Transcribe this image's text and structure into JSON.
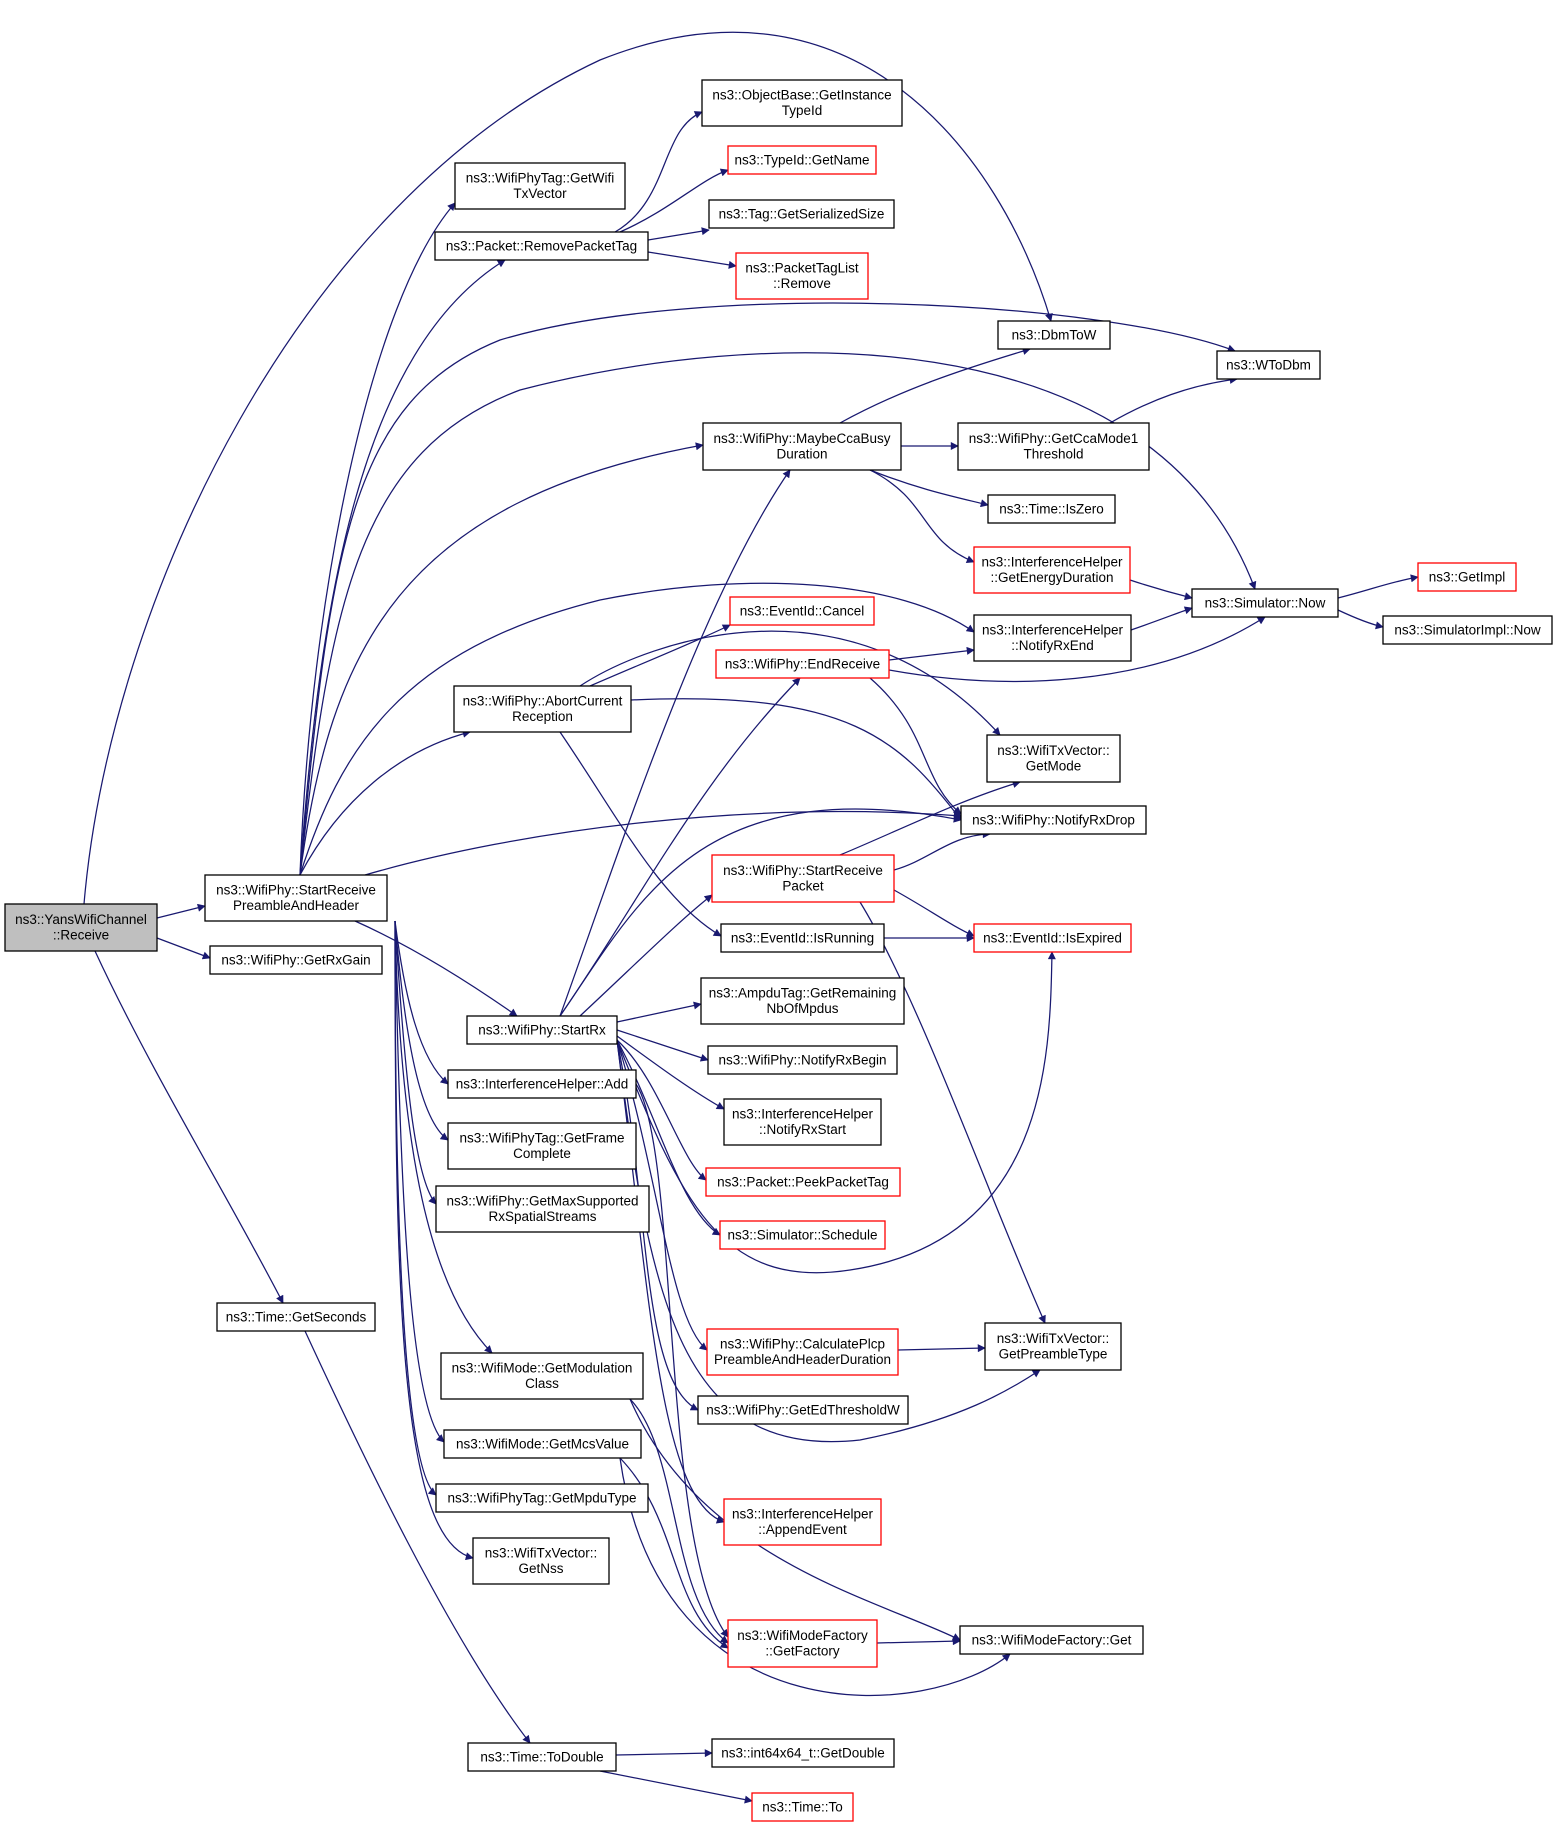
{
  "graph": {
    "edge_color": "#191970",
    "missing_border_color": "#ff0000",
    "root_fill": "#bfbfbf",
    "nodes": [
      {
        "id": "root",
        "lines": [
          "ns3::YansWifiChannel",
          "::Receive"
        ],
        "root": true
      },
      {
        "id": "srph",
        "lines": [
          "ns3::WifiPhy::StartReceive",
          "PreambleAndHeader"
        ]
      },
      {
        "id": "getRxGain",
        "lines": [
          "ns3::WifiPhy::GetRxGain"
        ]
      },
      {
        "id": "getSeconds",
        "lines": [
          "ns3::Time::GetSeconds"
        ]
      },
      {
        "id": "getWifiTxVector",
        "lines": [
          "ns3::WifiPhyTag::GetWifi",
          "TxVector"
        ]
      },
      {
        "id": "removePacketTag",
        "lines": [
          "ns3::Packet::RemovePacketTag"
        ]
      },
      {
        "id": "abortRx",
        "lines": [
          "ns3::WifiPhy::AbortCurrent",
          "Reception"
        ]
      },
      {
        "id": "startRx",
        "lines": [
          "ns3::WifiPhy::StartRx"
        ]
      },
      {
        "id": "ihAdd",
        "lines": [
          "ns3::InterferenceHelper::Add"
        ]
      },
      {
        "id": "getFrameComplete",
        "lines": [
          "ns3::WifiPhyTag::GetFrame",
          "Complete"
        ]
      },
      {
        "id": "getMaxSupported",
        "lines": [
          "ns3::WifiPhy::GetMaxSupported",
          "RxSpatialStreams"
        ]
      },
      {
        "id": "getModClass",
        "lines": [
          "ns3::WifiMode::GetModulation",
          "Class"
        ]
      },
      {
        "id": "getMcsValue",
        "lines": [
          "ns3::WifiMode::GetMcsValue"
        ]
      },
      {
        "id": "getMpduType",
        "lines": [
          "ns3::WifiPhyTag::GetMpduType"
        ]
      },
      {
        "id": "getNss",
        "lines": [
          "ns3::WifiTxVector::",
          "GetNss"
        ]
      },
      {
        "id": "toDouble",
        "lines": [
          "ns3::Time::ToDouble"
        ]
      },
      {
        "id": "getInstanceTypeId",
        "lines": [
          "ns3::ObjectBase::GetInstance",
          "TypeId"
        ]
      },
      {
        "id": "getName",
        "lines": [
          "ns3::TypeId::GetName"
        ],
        "missing": true
      },
      {
        "id": "getSerializedSize",
        "lines": [
          "ns3::Tag::GetSerializedSize"
        ]
      },
      {
        "id": "ptlRemove",
        "lines": [
          "ns3::PacketTagList",
          "::Remove"
        ],
        "missing": true
      },
      {
        "id": "maybeCca",
        "lines": [
          "ns3::WifiPhy::MaybeCcaBusy",
          "Duration"
        ]
      },
      {
        "id": "eventCancel",
        "lines": [
          "ns3::EventId::Cancel"
        ],
        "missing": true
      },
      {
        "id": "endReceive",
        "lines": [
          "ns3::WifiPhy::EndReceive"
        ],
        "missing": true
      },
      {
        "id": "startReceivePacket",
        "lines": [
          "ns3::WifiPhy::StartReceive",
          "Packet"
        ],
        "missing": true
      },
      {
        "id": "isRunning",
        "lines": [
          "ns3::EventId::IsRunning"
        ]
      },
      {
        "id": "ampduTag",
        "lines": [
          "ns3::AmpduTag::GetRemaining",
          "NbOfMpdus"
        ]
      },
      {
        "id": "notifyRxBegin",
        "lines": [
          "ns3::WifiPhy::NotifyRxBegin"
        ]
      },
      {
        "id": "ihNotifyRxStart",
        "lines": [
          "ns3::InterferenceHelper",
          "::NotifyRxStart"
        ]
      },
      {
        "id": "peekPacketTag",
        "lines": [
          "ns3::Packet::PeekPacketTag"
        ],
        "missing": true
      },
      {
        "id": "schedule",
        "lines": [
          "ns3::Simulator::Schedule"
        ],
        "missing": true
      },
      {
        "id": "calcPlcp",
        "lines": [
          "ns3::WifiPhy::CalculatePlcp",
          "PreambleAndHeaderDuration"
        ],
        "missing": true
      },
      {
        "id": "getEdThreshold",
        "lines": [
          "ns3::WifiPhy::GetEdThresholdW"
        ]
      },
      {
        "id": "appendEvent",
        "lines": [
          "ns3::InterferenceHelper",
          "::AppendEvent"
        ],
        "missing": true
      },
      {
        "id": "modeFactoryGetFactory",
        "lines": [
          "ns3::WifiModeFactory",
          "::GetFactory"
        ],
        "missing": true
      },
      {
        "id": "int64GetDouble",
        "lines": [
          "ns3::int64x64_t::GetDouble"
        ]
      },
      {
        "id": "timeTo",
        "lines": [
          "ns3::Time::To"
        ],
        "missing": true
      },
      {
        "id": "dbmToW",
        "lines": [
          "ns3::DbmToW"
        ]
      },
      {
        "id": "wToDbm",
        "lines": [
          "ns3::WToDbm"
        ]
      },
      {
        "id": "getCcaMode1",
        "lines": [
          "ns3::WifiPhy::GetCcaMode1",
          "Threshold"
        ]
      },
      {
        "id": "timeIsZero",
        "lines": [
          "ns3::Time::IsZero"
        ]
      },
      {
        "id": "ihGetEnergyDuration",
        "lines": [
          "ns3::InterferenceHelper",
          "::GetEnergyDuration"
        ],
        "missing": true
      },
      {
        "id": "ihNotifyRxEnd",
        "lines": [
          "ns3::InterferenceHelper",
          "::NotifyRxEnd"
        ]
      },
      {
        "id": "txVecGetMode",
        "lines": [
          "ns3::WifiTxVector::",
          "GetMode"
        ]
      },
      {
        "id": "notifyRxDrop",
        "lines": [
          "ns3::WifiPhy::NotifyRxDrop"
        ]
      },
      {
        "id": "isExpired",
        "lines": [
          "ns3::EventId::IsExpired"
        ],
        "missing": true
      },
      {
        "id": "getPreambleType",
        "lines": [
          "ns3::WifiTxVector::",
          "GetPreambleType"
        ]
      },
      {
        "id": "modeFactoryGet",
        "lines": [
          "ns3::WifiModeFactory::Get"
        ]
      },
      {
        "id": "simNow",
        "lines": [
          "ns3::Simulator::Now"
        ]
      },
      {
        "id": "getImpl",
        "lines": [
          "ns3::GetImpl"
        ],
        "missing": true
      },
      {
        "id": "simImplNow",
        "lines": [
          "ns3::SimulatorImpl::Now"
        ]
      }
    ],
    "edges": [
      [
        "root",
        "srph"
      ],
      [
        "root",
        "getRxGain"
      ],
      [
        "root",
        "getSeconds"
      ],
      [
        "root",
        "dbmToW"
      ],
      [
        "srph",
        "getWifiTxVector"
      ],
      [
        "srph",
        "removePacketTag"
      ],
      [
        "srph",
        "wToDbm"
      ],
      [
        "srph",
        "simNow"
      ],
      [
        "srph",
        "maybeCca"
      ],
      [
        "srph",
        "ihNotifyRxEnd"
      ],
      [
        "srph",
        "abortRx"
      ],
      [
        "srph",
        "notifyRxDrop"
      ],
      [
        "srph",
        "startRx"
      ],
      [
        "srph",
        "ihAdd"
      ],
      [
        "srph",
        "getFrameComplete"
      ],
      [
        "srph",
        "getMaxSupported"
      ],
      [
        "srph",
        "getModClass"
      ],
      [
        "srph",
        "getMcsValue"
      ],
      [
        "srph",
        "getMpduType"
      ],
      [
        "srph",
        "getNss"
      ],
      [
        "getSeconds",
        "toDouble"
      ],
      [
        "removePacketTag",
        "getInstanceTypeId"
      ],
      [
        "removePacketTag",
        "getName"
      ],
      [
        "removePacketTag",
        "getSerializedSize"
      ],
      [
        "removePacketTag",
        "ptlRemove"
      ],
      [
        "abortRx",
        "eventCancel"
      ],
      [
        "abortRx",
        "txVecGetMode"
      ],
      [
        "abortRx",
        "notifyRxDrop"
      ],
      [
        "abortRx",
        "isRunning"
      ],
      [
        "startRx",
        "maybeCca"
      ],
      [
        "startRx",
        "endReceive"
      ],
      [
        "startRx",
        "startReceivePacket"
      ],
      [
        "startRx",
        "notifyRxDrop"
      ],
      [
        "startRx",
        "ampduTag"
      ],
      [
        "startRx",
        "notifyRxBegin"
      ],
      [
        "startRx",
        "ihNotifyRxStart"
      ],
      [
        "startRx",
        "peekPacketTag"
      ],
      [
        "startRx",
        "schedule"
      ],
      [
        "startRx",
        "isExpired"
      ],
      [
        "startRx",
        "calcPlcp"
      ],
      [
        "startRx",
        "getEdThreshold"
      ],
      [
        "startRx",
        "getPreambleType"
      ],
      [
        "startRx",
        "appendEvent"
      ],
      [
        "ihAdd",
        "modeFactoryGetFactory"
      ],
      [
        "getModClass",
        "modeFactoryGetFactory"
      ],
      [
        "getModClass",
        "modeFactoryGet"
      ],
      [
        "getMcsValue",
        "modeFactoryGetFactory"
      ],
      [
        "getMcsValue",
        "modeFactoryGet"
      ],
      [
        "toDouble",
        "int64GetDouble"
      ],
      [
        "toDouble",
        "timeTo"
      ],
      [
        "maybeCca",
        "dbmToW"
      ],
      [
        "maybeCca",
        "getCcaMode1"
      ],
      [
        "maybeCca",
        "timeIsZero"
      ],
      [
        "maybeCca",
        "ihGetEnergyDuration"
      ],
      [
        "endReceive",
        "ihNotifyRxEnd"
      ],
      [
        "endReceive",
        "simNow"
      ],
      [
        "endReceive",
        "notifyRxDrop"
      ],
      [
        "startReceivePacket",
        "txVecGetMode"
      ],
      [
        "startReceivePacket",
        "notifyRxDrop"
      ],
      [
        "startReceivePacket",
        "isExpired"
      ],
      [
        "startReceivePacket",
        "getPreambleType"
      ],
      [
        "isRunning",
        "isExpired"
      ],
      [
        "calcPlcp",
        "getPreambleType"
      ],
      [
        "modeFactoryGetFactory",
        "modeFactoryGet"
      ],
      [
        "getCcaMode1",
        "wToDbm"
      ],
      [
        "ihGetEnergyDuration",
        "simNow"
      ],
      [
        "ihNotifyRxEnd",
        "simNow"
      ],
      [
        "simNow",
        "getImpl"
      ],
      [
        "simNow",
        "simImplNow"
      ]
    ]
  }
}
